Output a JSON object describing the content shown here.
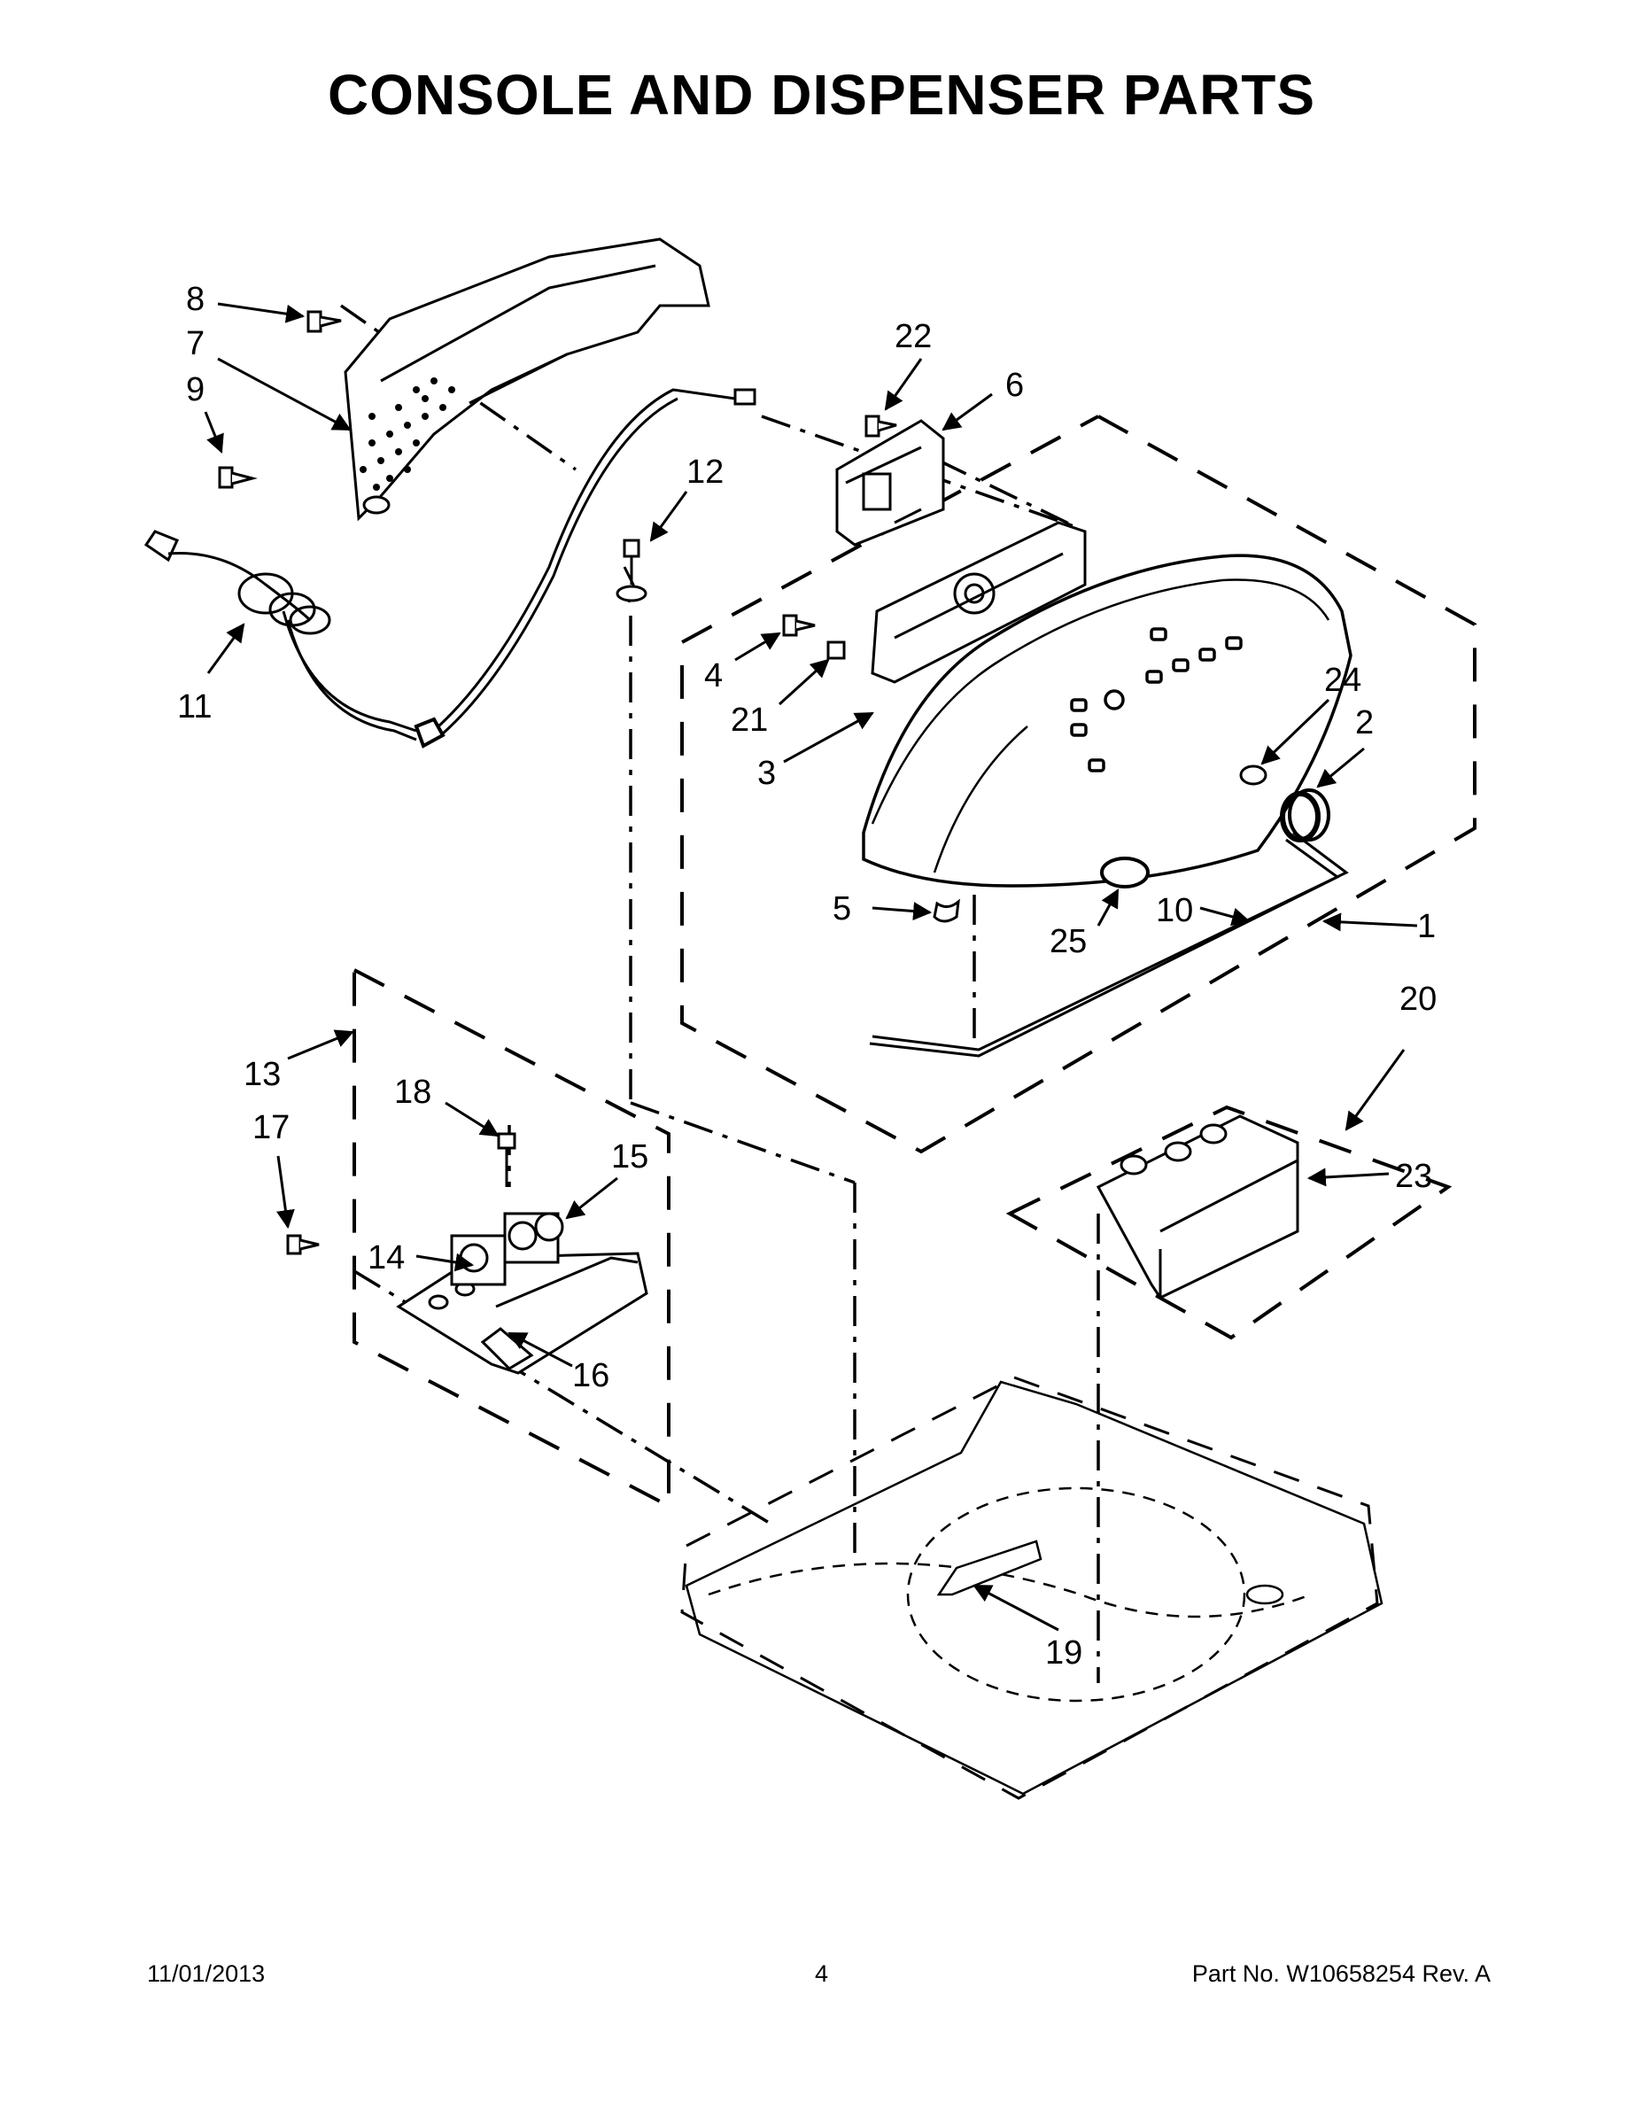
{
  "title": "CONSOLE AND DISPENSER PARTS",
  "callouts": [
    "1",
    "2",
    "3",
    "4",
    "5",
    "6",
    "7",
    "8",
    "9",
    "10",
    "11",
    "12",
    "13",
    "14",
    "15",
    "16",
    "17",
    "18",
    "19",
    "20",
    "21",
    "22",
    "23",
    "24",
    "25"
  ],
  "footer": {
    "date": "11/01/2013",
    "page": "4",
    "part_number": "Part No.  W10658254  Rev.  A"
  }
}
